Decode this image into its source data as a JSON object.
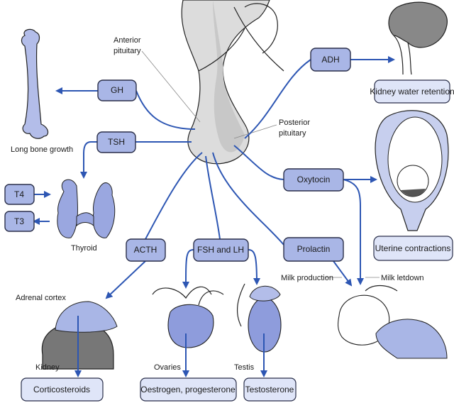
{
  "hormones": {
    "gh": "GH",
    "tsh": "TSH",
    "adh": "ADH",
    "oxytocin": "Oxytocin",
    "acth": "ACTH",
    "fsh_lh": "FSH and LH",
    "prolactin": "Prolactin",
    "t4": "T4",
    "t3": "T3"
  },
  "effects": {
    "kidney_water": "Kidney water retention",
    "uterine": "Uterine contractions",
    "corticosteroids": "Corticosteroids",
    "oestrogen": "Oestrogen, progesterone",
    "testosterone": "Testosterone"
  },
  "labels": {
    "anterior_1": "Anterior",
    "anterior_2": "pituitary",
    "posterior_1": "Posterior",
    "posterior_2": "pituitary",
    "long_bone": "Long bone growth",
    "thyroid": "Thyroid",
    "adrenal": "Adrenal cortex",
    "kidney": "Kidney",
    "ovaries": "Ovaries",
    "testis": "Testis",
    "milk_production": "Milk production",
    "milk_letdown": "Milk letdown"
  },
  "colors": {
    "hormone_box": "#a9b6e6",
    "effect_box": "#dfe5f8",
    "arrow": "#2d56b3",
    "gland": "#dcdcdc",
    "organ_blue": "#8e9cdc"
  }
}
